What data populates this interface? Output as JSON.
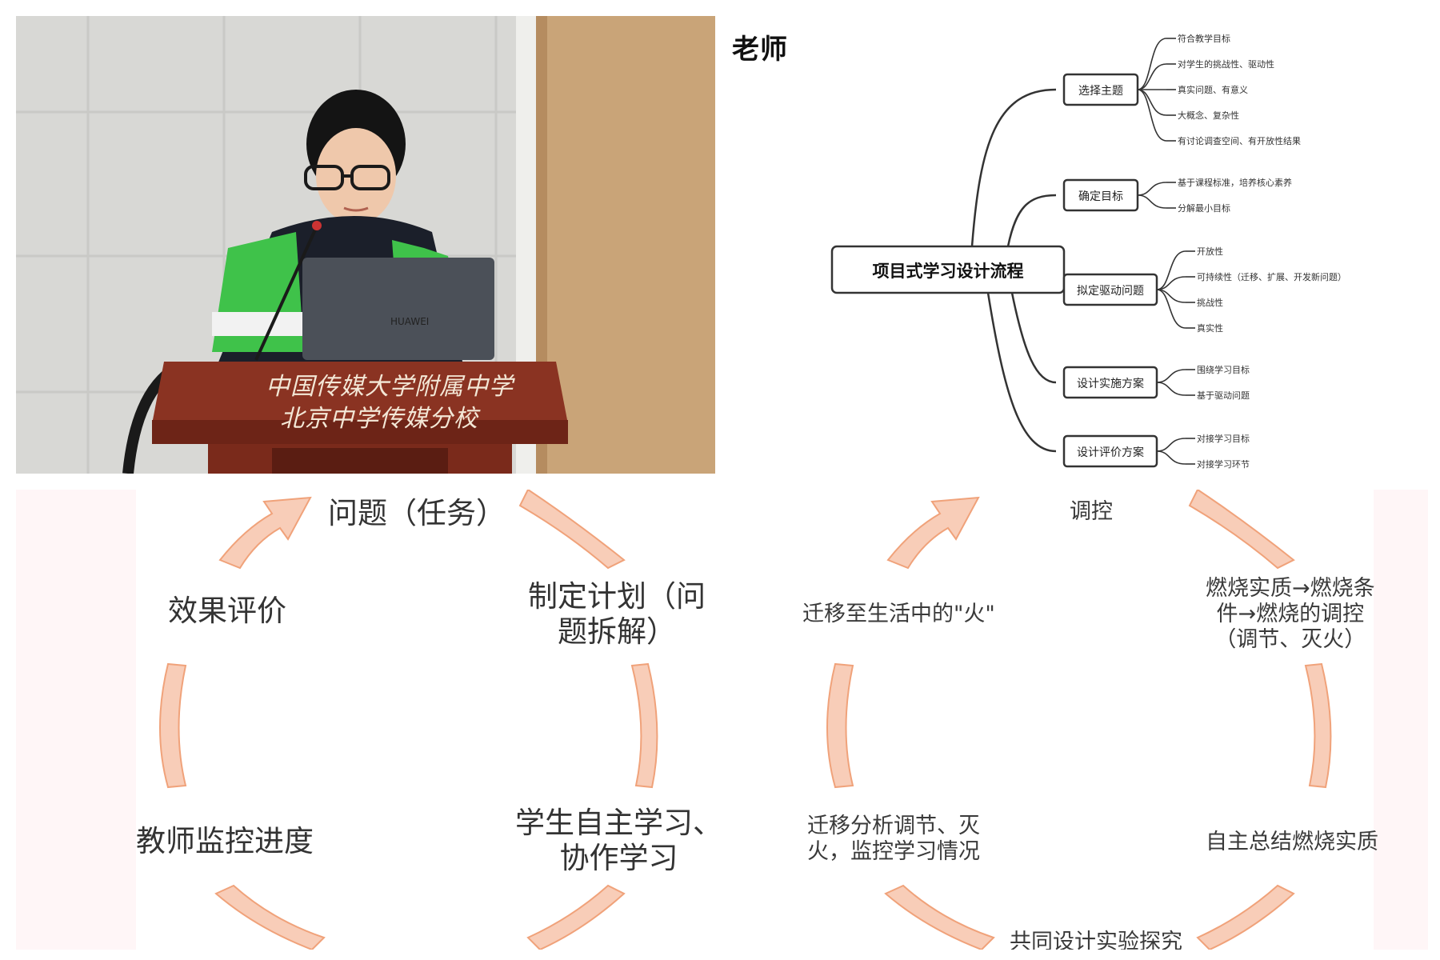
{
  "photo": {
    "podium_text_line1": "中国传媒大学附属中学",
    "podium_text_line2": "北京中学传媒分校",
    "laptop_brand": "HUAWEI"
  },
  "mindmap": {
    "owner_label": "老师",
    "root": "项目式学习设计流程",
    "branches": [
      {
        "label": "选择主题",
        "leaves": [
          "符合教学目标",
          "对学生的挑战性、驱动性",
          "真实问题、有意义",
          "大概念、复杂性",
          "有讨论调查空间、有开放性结果"
        ]
      },
      {
        "label": "确定目标",
        "leaves": [
          "基于课程标准，培养核心素养",
          "分解最小目标"
        ]
      },
      {
        "label": "拟定驱动问题",
        "leaves": [
          "开放性",
          "可持续性（迁移、扩展、开发新问题）",
          "挑战性",
          "真实性"
        ]
      },
      {
        "label": "设计实施方案",
        "leaves": [
          "围绕学习目标",
          "基于驱动问题"
        ]
      },
      {
        "label": "设计评价方案",
        "leaves": [
          "对接学习目标",
          "对接学习环节"
        ]
      }
    ]
  },
  "cycle_left": {
    "top": "问题（任务）",
    "top_right": "制定计划（问\n题拆解）",
    "bottom_right": "学生自主学习、\n协作学习",
    "bottom_left": "教师监控进度",
    "top_left": "效果评价"
  },
  "cycle_right": {
    "top": "调控",
    "top_right": "燃烧实质→燃烧条\n件→燃烧的调控\n（调节、灭火）",
    "bottom_right": "自主总结燃烧实质",
    "bottom": "共同设计实验探究",
    "bottom_left": "迁移分析调节、灭\n火，监控学习情况",
    "top_left": "迁移至生活中的\"火\""
  },
  "colors": {
    "arrow_fill": "#f8cdb8",
    "arrow_stroke": "#f0a27a",
    "mindmap_line": "#333333",
    "vest_green": "#3fc24a",
    "podium": "#8a3322"
  }
}
